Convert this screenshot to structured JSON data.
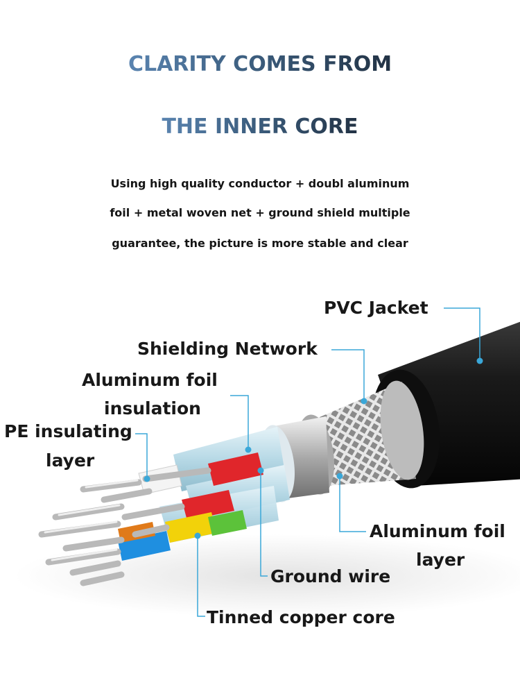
{
  "headline": {
    "line1": "CLARITY COMES FROM",
    "line2": "THE INNER CORE"
  },
  "subheadline": {
    "line1": "Using high quality conductor + doubl  aluminum",
    "line2": "foil + metal woven net + ground shield multiple",
    "line3": "guarantee, the picture is more stable and clear"
  },
  "labels": {
    "pvc_jacket": "PVC Jacket",
    "shielding_network": "Shielding Network",
    "aluminum_foil_insulation_1": "Aluminum foil",
    "aluminum_foil_insulation_2": "insulation",
    "pe_insulating_1": "PE insulating",
    "pe_insulating_2": "layer",
    "aluminum_foil_layer_1": "Aluminum foil",
    "aluminum_foil_layer_2": "layer",
    "ground_wire": "Ground wire",
    "tinned_copper_core": "Tinned copper core"
  },
  "colors": {
    "callout_line": "#3aa7d8",
    "jacket": "#141414",
    "braid": "#cfcfcf",
    "foil": "#c9e4ef",
    "wire_red": "#e0262b",
    "wire_yellow": "#f2d20a",
    "wire_green": "#5cc23a",
    "wire_blue": "#1f8fe0",
    "wire_orange": "#e07a1a",
    "wire_white": "#f4f4f4"
  }
}
